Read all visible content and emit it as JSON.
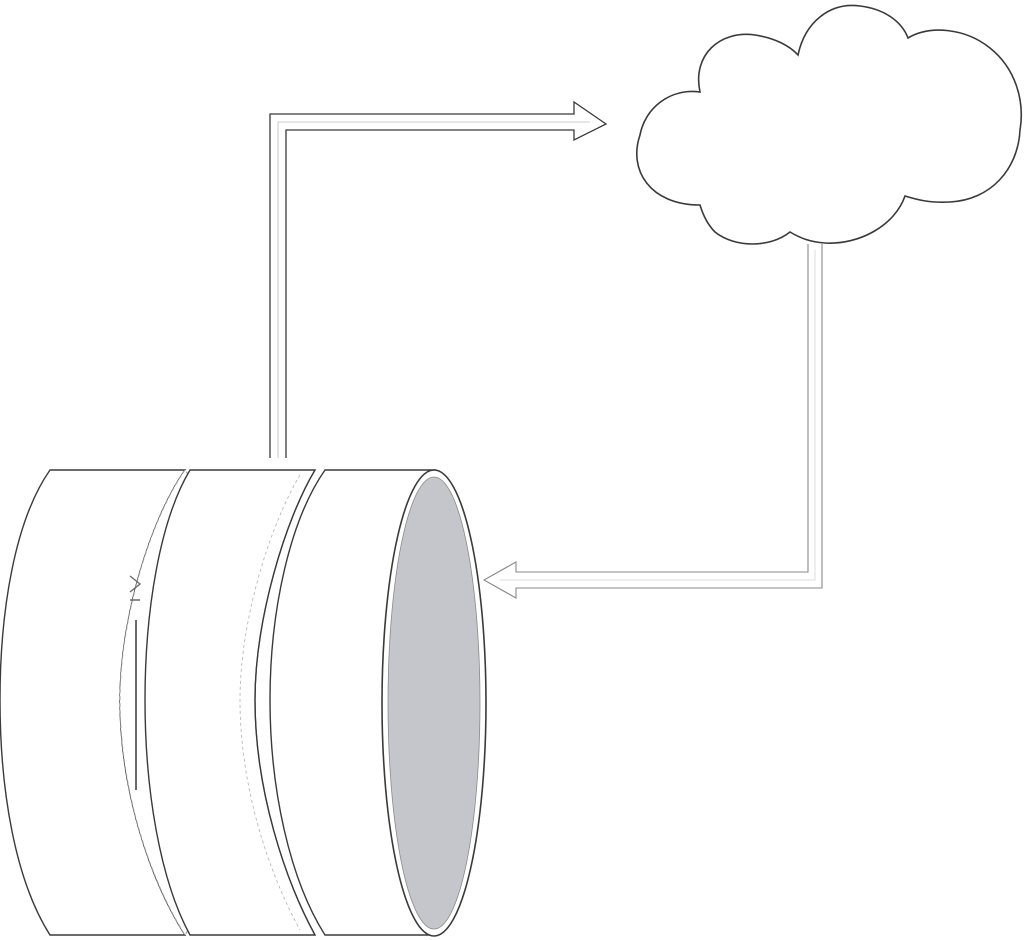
{
  "diagram": {
    "nodes": [
      {
        "id": "database",
        "icon": "database-icon"
      },
      {
        "id": "cloud",
        "icon": "cloud-icon"
      }
    ],
    "edges": [
      {
        "id": "database-to-cloud",
        "from": "database",
        "to": "cloud"
      },
      {
        "id": "cloud-to-database",
        "from": "cloud",
        "to": "database"
      }
    ]
  },
  "colors": {
    "background": "#ffffff",
    "outline": "#3a3a3a",
    "outline_light": "#9a9a9a",
    "fill": "#ffffff",
    "disk_face": "#c5c6cc"
  }
}
